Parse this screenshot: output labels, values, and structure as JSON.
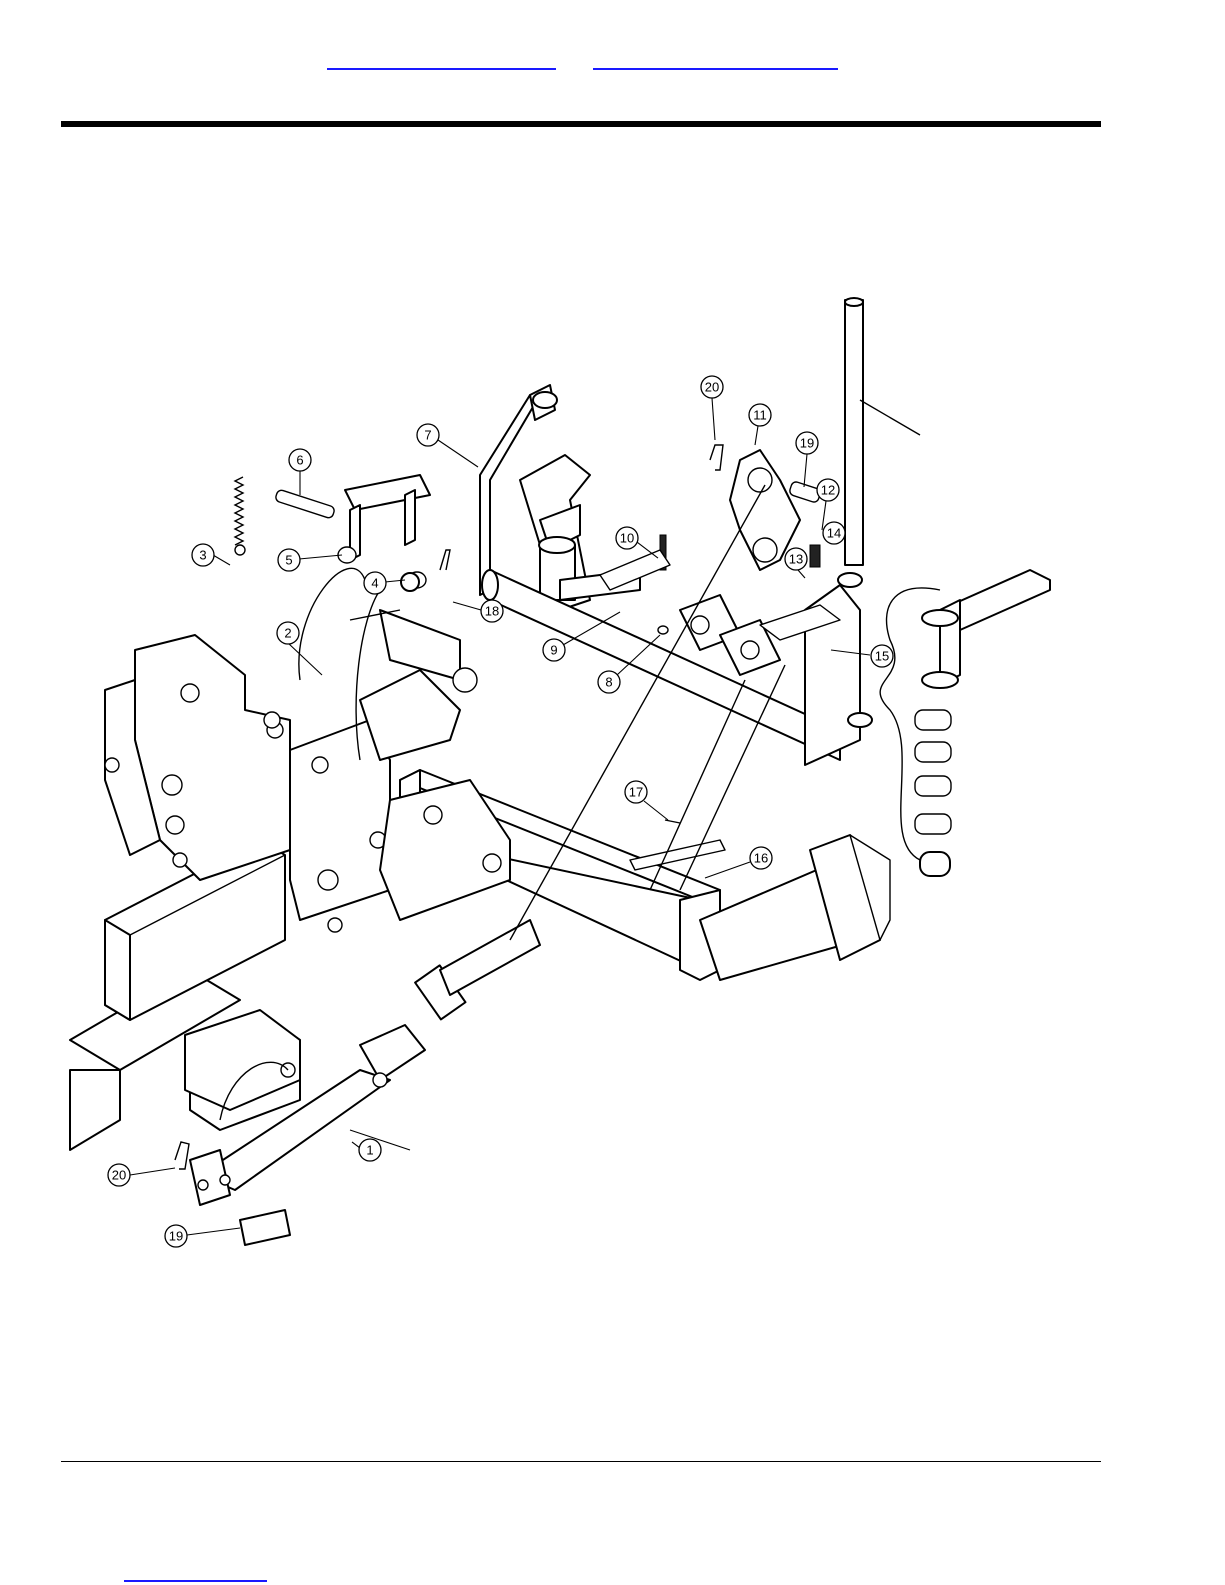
{
  "header": {
    "links": [
      {
        "text": ""
      },
      {
        "text": ""
      }
    ]
  },
  "diagram": {
    "callouts": [
      "1",
      "2",
      "3",
      "4",
      "5",
      "6",
      "7",
      "8",
      "9",
      "10",
      "11",
      "12",
      "13",
      "14",
      "15",
      "16",
      "17",
      "18",
      "19",
      "19",
      "20",
      "20"
    ]
  },
  "footer": {
    "link_text": ""
  },
  "colors": {
    "link": "#1a1aff",
    "rule": "#000000"
  }
}
